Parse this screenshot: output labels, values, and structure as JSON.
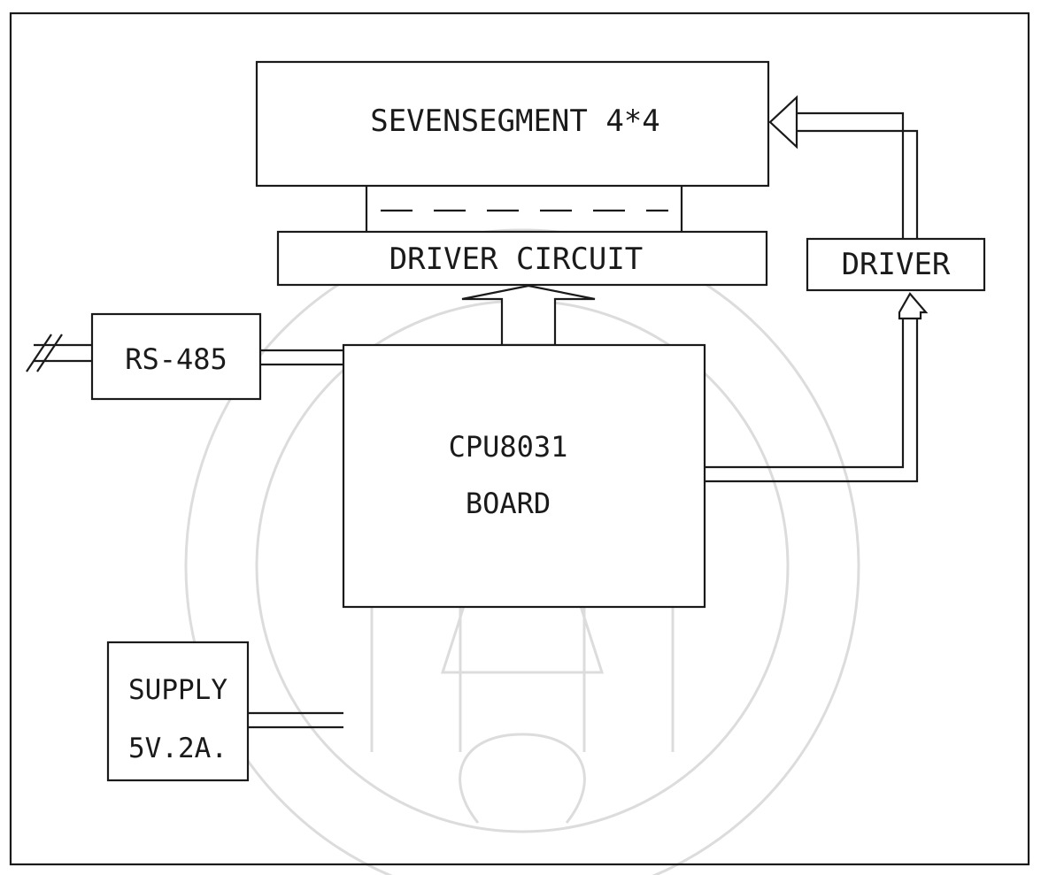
{
  "blocks": {
    "display": "SEVENSEGMENT 4*4",
    "driver_circuit": "DRIVER CIRCUIT",
    "driver": "DRIVER",
    "rs485": "RS-485",
    "cpu_line1": "CPU8031",
    "cpu_line2": "BOARD",
    "supply_line1": "SUPPLY",
    "supply_line2": "5V.2A."
  },
  "colors": {
    "ink": "#1a1a1a",
    "paper": "#ffffff",
    "watermark": "#d9d9d9"
  },
  "watermark": {
    "kind": "university-seal"
  }
}
